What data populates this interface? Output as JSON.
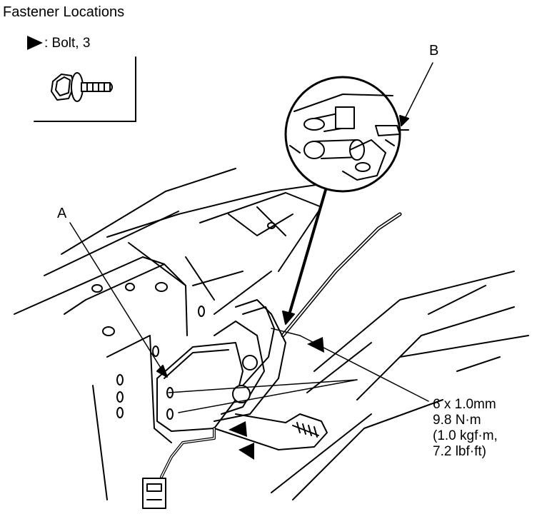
{
  "title": "Fastener Locations",
  "legend": {
    "label": ": Bolt, 3",
    "marker_icon": "triangle-pointer-icon",
    "bolt_icon": "bolt-icon"
  },
  "callouts": {
    "a": "A",
    "b": "B"
  },
  "torque_spec": {
    "lines": [
      "6 x 1.0mm",
      "9.8 N·m",
      "(1.0 kgf·m,",
      "7.2 lbf·ft)"
    ]
  },
  "colors": {
    "ink": "#000000",
    "paper": "#ffffff"
  }
}
